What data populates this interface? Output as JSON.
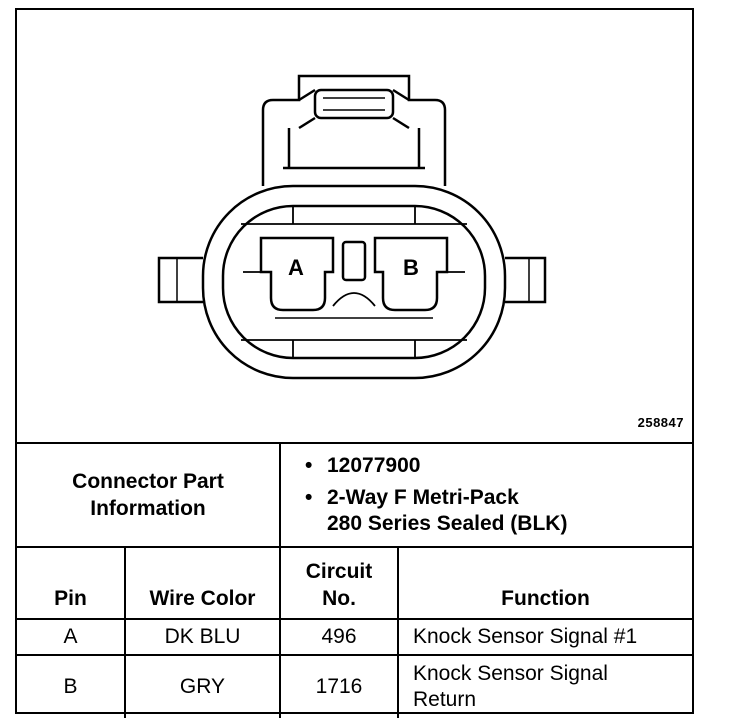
{
  "figure_id": "258847",
  "connector": {
    "pin_labels": [
      "A",
      "B"
    ]
  },
  "connector_info": {
    "label_lines": [
      "Connector Part",
      "Information"
    ],
    "items": [
      {
        "bullet": "•",
        "lines": [
          "12077900"
        ]
      },
      {
        "bullet": "•",
        "lines": [
          "2-Way F Metri-Pack",
          "280 Series Sealed (BLK)"
        ]
      }
    ]
  },
  "table": {
    "headers": {
      "pin": "Pin",
      "wire_color": "Wire Color",
      "circuit_lines": [
        "Circuit",
        "No."
      ],
      "function": "Function"
    },
    "rows": [
      {
        "pin": "A",
        "wire_color": "DK BLU",
        "circuit": "496",
        "function_lines": [
          "Knock Sensor Signal #1"
        ]
      },
      {
        "pin": "B",
        "wire_color": "GRY",
        "circuit": "1716",
        "function_lines": [
          "Knock Sensor Signal",
          "Return"
        ]
      }
    ]
  }
}
